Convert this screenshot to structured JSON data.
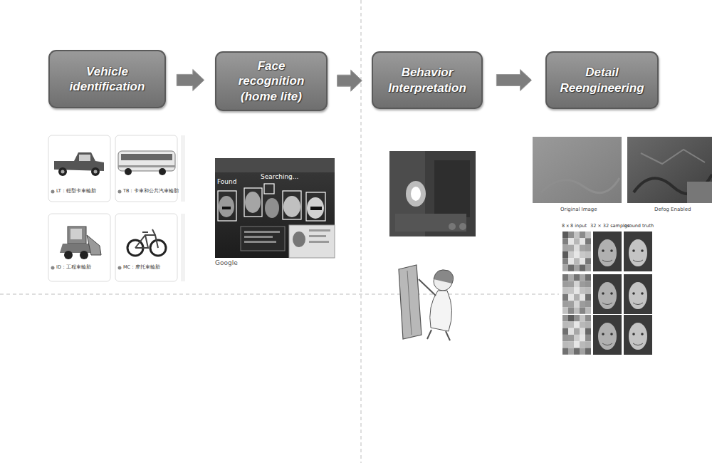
{
  "diagram": {
    "nodes": [
      {
        "text": [
          "Vehicle identification"
        ]
      },
      {
        "text": [
          "Face recognition (home lite)"
        ]
      },
      {
        "text": [
          "Behavior Interpretation"
        ]
      },
      {
        "text": [
          "Detail Reengineering"
        ]
      }
    ],
    "edges": [
      {
        "from": 0,
        "to": 1,
        "arrow": "to"
      },
      {
        "from": 1,
        "to": 2,
        "arrow": "to"
      },
      {
        "from": 2,
        "to": 3,
        "arrow": "to"
      }
    ],
    "labels": [
      "LT：輕型卡車輪胎",
      "TB：卡車和公共汽車輪胎",
      "ID：工程車輪胎",
      "MC：摩托車輪胎",
      "Found",
      "Searching...",
      "Google",
      "Original Image",
      "Defog Enabled",
      "8 x 8 input",
      "32 × 32 samples",
      "ground truth"
    ]
  }
}
